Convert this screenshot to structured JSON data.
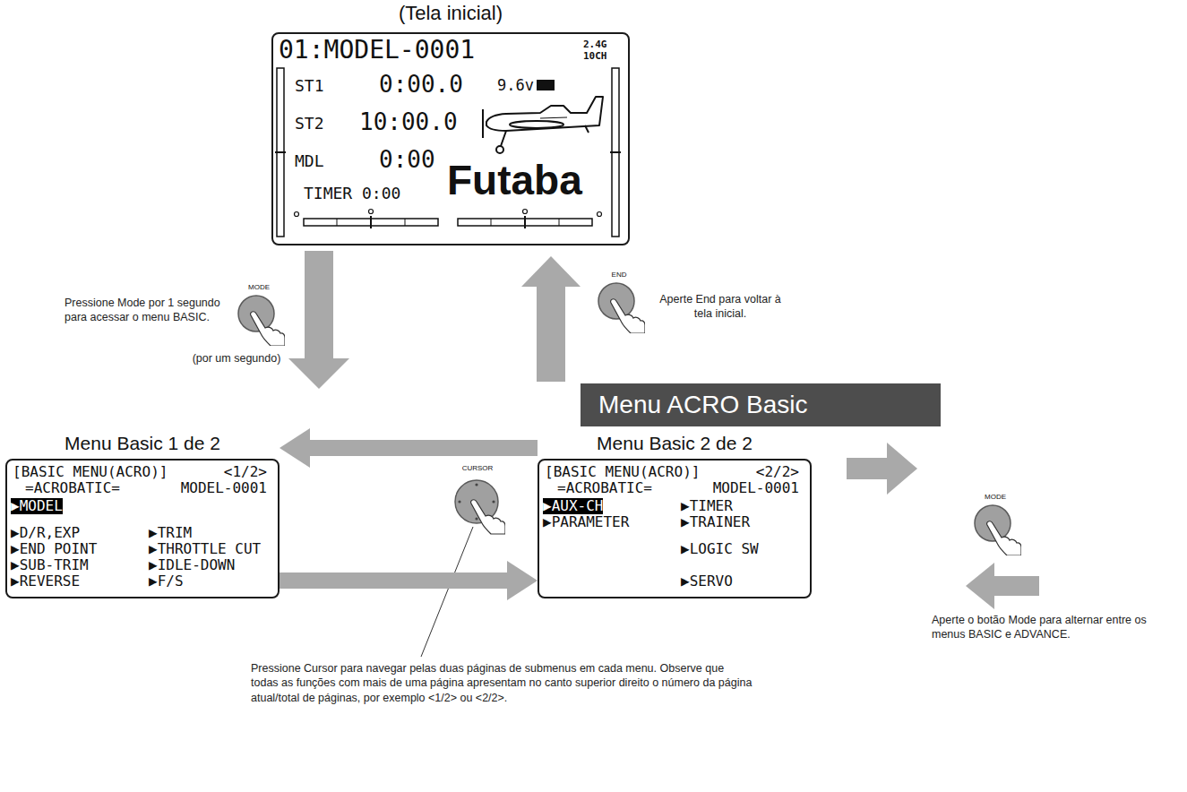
{
  "diagram": {
    "nodes": [
      {
        "text": [
          "(Tela inicial)",
          "01:MODEL-0001",
          "2.4G",
          "10CH",
          "ST1",
          "0:00.0",
          "9.6v",
          "ST2",
          "10:00.0",
          "MDL",
          "0:00",
          "TIMER 0:00",
          "Futaba"
        ]
      },
      {
        "text": [
          "MODE"
        ]
      },
      {
        "text": [
          "END"
        ]
      },
      {
        "text": [
          "Menu ACRO Basic"
        ]
      },
      {
        "text": [
          "Menu Basic 1 de 2",
          "[BASIC MENU(ACRO)]",
          "<1/2>",
          "=ACROBATIC=",
          "MODEL-0001",
          "▶MODEL",
          "▶D/R,EXP",
          "▶TRIM",
          "▶END POINT",
          "▶THROTTLE CUT",
          "▶SUB-TRIM",
          "▶IDLE-DOWN",
          "▶REVERSE",
          "▶F/S"
        ]
      },
      {
        "text": [
          "CURSOR"
        ]
      },
      {
        "text": [
          "Menu Basic 2 de 2",
          "[BASIC MENU(ACRO)]",
          "<2/2>",
          "=ACROBATIC=",
          "MODEL-0001",
          "▶AUX-CH",
          "▶TIMER",
          "▶PARAMETER",
          "▶TRAINER",
          "▶LOGIC SW",
          "▶SERVO"
        ]
      },
      {
        "text": [
          "MODE"
        ]
      }
    ],
    "edges": [
      {
        "from": 6,
        "to": 4,
        "arrow": "to"
      },
      {
        "from": 4,
        "to": 6,
        "arrow": "to"
      }
    ],
    "labels": [
      "Pressione Mode por 1 segundo para acessar o menu BASIC.",
      "(por um segundo)",
      "Aperte End para voltar à tela inicial.",
      "Aperte o botão Mode para alternar entre os menus BASIC e ADVANCE.",
      "Pressione Cursor para navegar pelas duas páginas de submenus em cada menu. Observe que todas as funções com mais de uma página apresentam no canto superior direito o número da página atual/total de páginas, por exemplo <1/2> ou <2/2>."
    ]
  }
}
